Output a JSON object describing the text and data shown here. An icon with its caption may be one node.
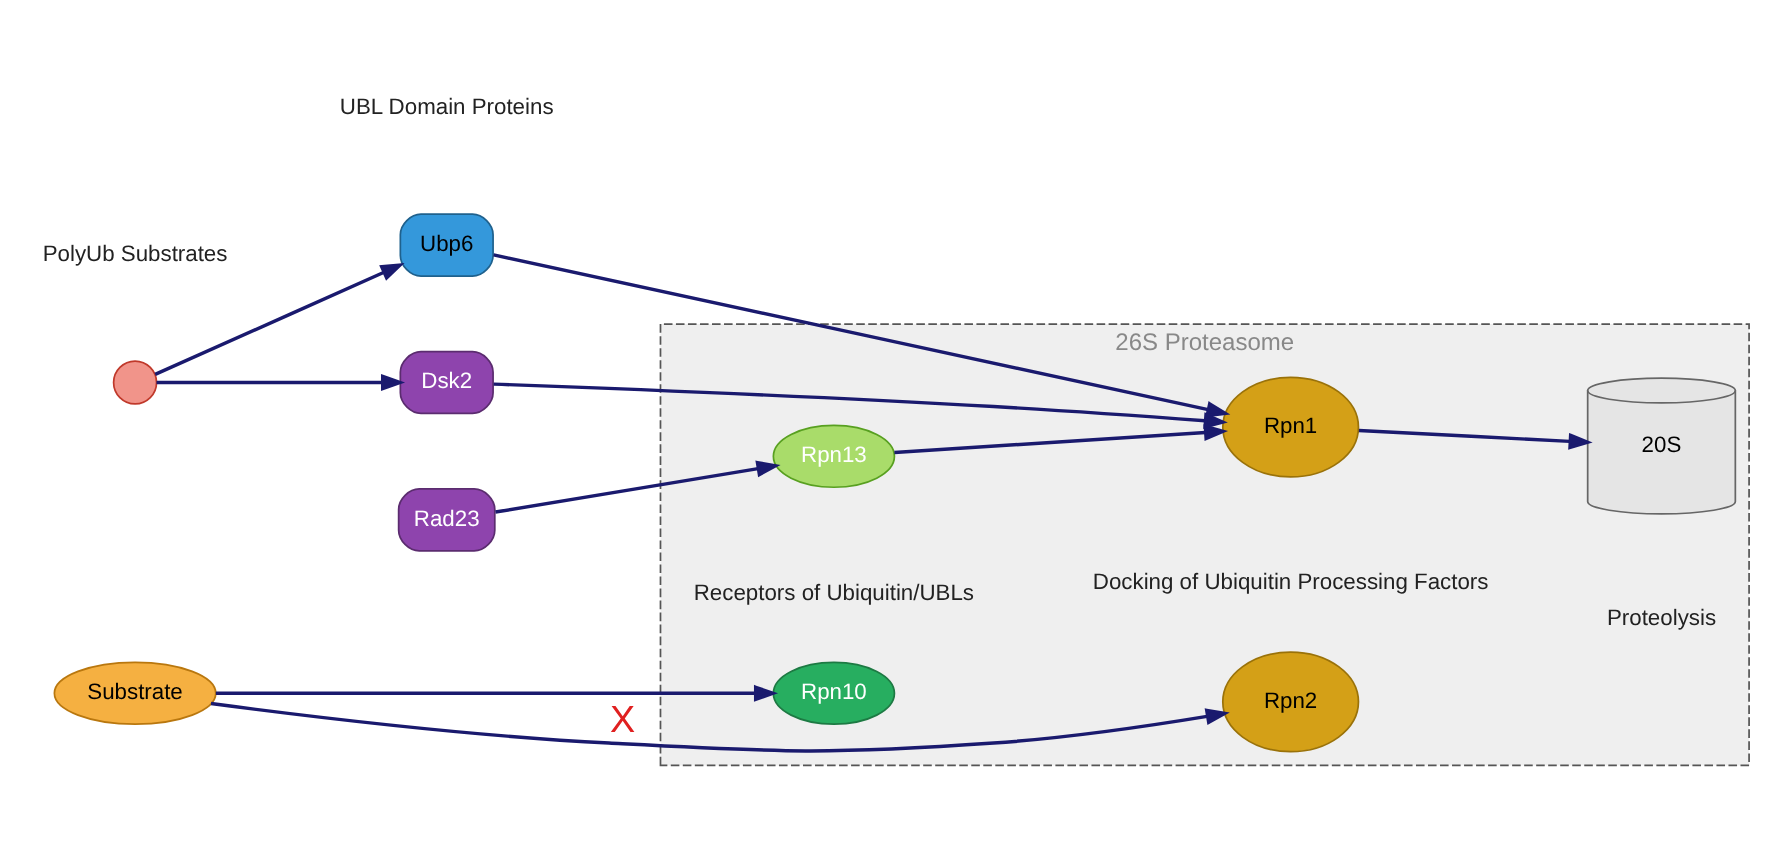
{
  "diagram": {
    "nodes": [
      {
        "text": [
          "26S Proteasome"
        ]
      },
      {
        "text": [
          "Substrate"
        ]
      },
      {
        "text": [],
        "shape": "circle"
      },
      {
        "text": [
          "Ubp6"
        ]
      },
      {
        "text": [
          "Dsk2"
        ]
      },
      {
        "text": [
          "Rad23"
        ]
      },
      {
        "text": [
          "Rpn13"
        ],
        "in": 0
      },
      {
        "text": [
          "Rpn10"
        ],
        "in": 0
      },
      {
        "text": [
          "Rpn1"
        ],
        "in": 0
      },
      {
        "text": [
          "Rpn2"
        ],
        "in": 0
      },
      {
        "text": [
          "20S"
        ],
        "in": 0
      }
    ],
    "edges": [
      {
        "from": 2,
        "to": 3,
        "arrow": "to"
      },
      {
        "from": 2,
        "to": 4,
        "arrow": "to"
      },
      {
        "from": 3,
        "to": 8,
        "arrow": "to"
      },
      {
        "from": 4,
        "to": 8,
        "arrow": "to"
      },
      {
        "from": 5,
        "to": 6,
        "arrow": "to"
      },
      {
        "from": 1,
        "to": 7,
        "arrow": "to"
      },
      {
        "from": 6,
        "to": 8,
        "arrow": "to"
      },
      {
        "from": 1,
        "to": 9,
        "arrow": "to",
        "label": "X"
      },
      {
        "from": 8,
        "to": 10,
        "arrow": "to"
      }
    ],
    "labels": [
      "PolyUb Substrates",
      "UBL Domain Proteins",
      "Receptors of Ubiquitin/UBLs",
      "Docking of Ubiquitin Processing Factors",
      "Proteolysis"
    ]
  }
}
